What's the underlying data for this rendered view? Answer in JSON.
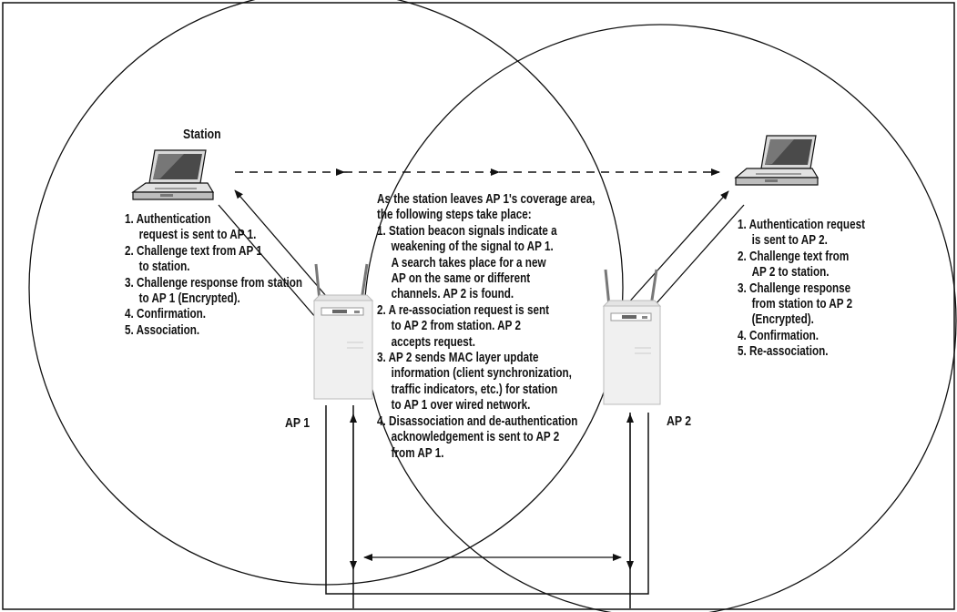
{
  "labels": {
    "station": "Station",
    "ap1": "AP 1",
    "ap2": "AP 2"
  },
  "left_steps": [
    "1. Authentication",
    "request is sent to AP 1.",
    "2. Challenge text from AP 1",
    "to station.",
    "3. Challenge response from station",
    "to AP 1 (Encrypted).",
    "4. Confirmation.",
    "5. Association."
  ],
  "center_intro": [
    "As the station leaves AP 1's coverage area,",
    "the following steps take place:"
  ],
  "center_steps": [
    "1. Station beacon signals indicate a",
    "weakening of the signal to AP 1.",
    "A search takes place for a new",
    "AP on the same or different",
    "channels. AP 2 is found.",
    "2. A re-association request is sent",
    "to AP 2 from station. AP 2",
    "accepts request.",
    "3. AP 2 sends MAC layer update",
    "information (client synchronization,",
    "traffic indicators, etc.) for station",
    "to AP 1 over wired network.",
    "4. Disassociation and de-authentication",
    "acknowledgement is sent to AP 2",
    "from AP 1."
  ],
  "right_steps": [
    "1. Authentication request",
    "is sent to AP 2.",
    "2. Challenge text from",
    "AP 2 to station.",
    "3. Challenge response",
    "from station to AP 2",
    "(Encrypted).",
    "4. Confirmation.",
    "5. Re-association."
  ],
  "colors": {
    "line": "#111111",
    "laptop_body": "#d9d9d9",
    "screen": "#555555",
    "ap_body": "#f0f0f0"
  },
  "icons": [
    "laptop-icon",
    "access-point-icon"
  ]
}
